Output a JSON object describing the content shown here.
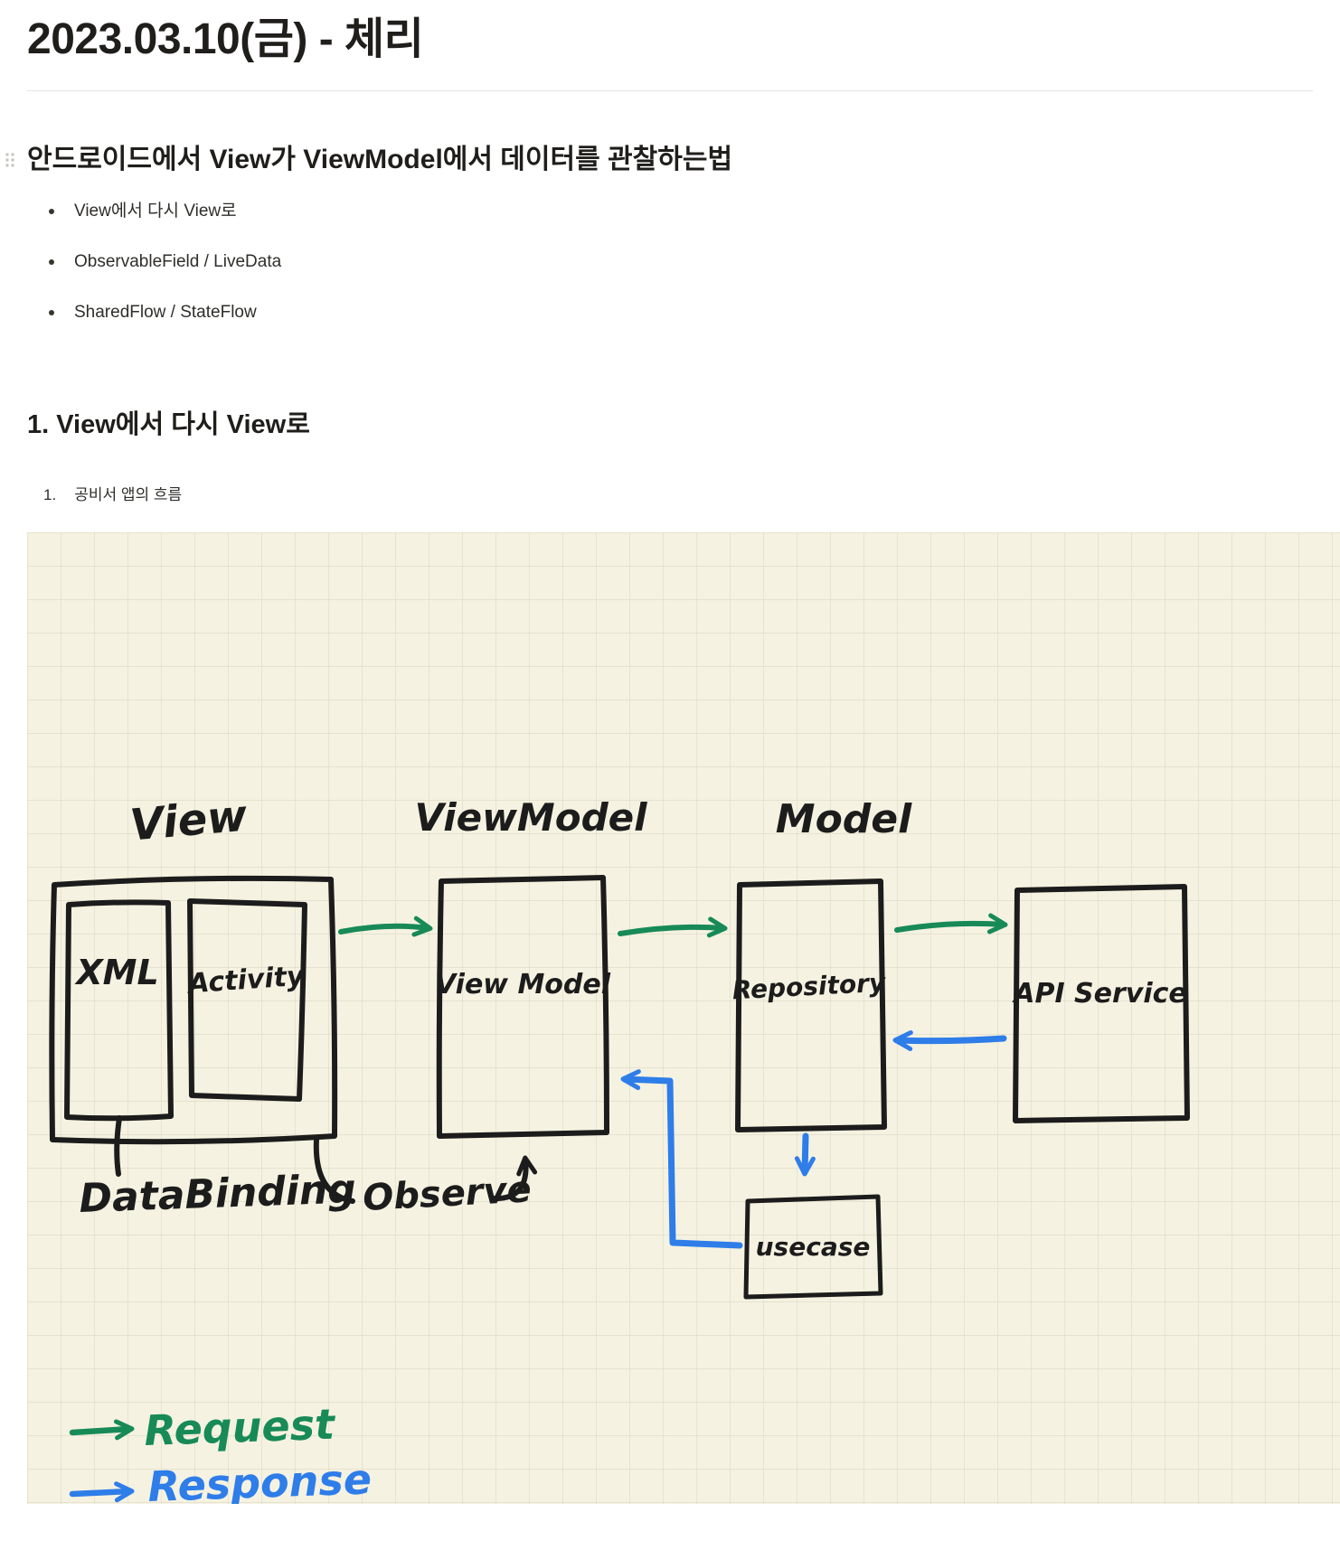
{
  "page": {
    "title": "2023.03.10(금) - 체리"
  },
  "section": {
    "heading": "안드로이드에서 View가 ViewModel에서 데이터를 관찰하는법",
    "bullets": [
      "View에서 다시 View로",
      "ObservableField / LiveData",
      "SharedFlow / StateFlow"
    ]
  },
  "subsection": {
    "heading": "1. View에서 다시 View로",
    "numbered": [
      {
        "number": "1.",
        "text": "공비서 앱의 흐름"
      }
    ]
  },
  "diagram": {
    "labels": {
      "view": "View",
      "viewmodel": "ViewModel",
      "model": "Model",
      "xml": "XML",
      "activity": "Activity",
      "viewmodel_inner": "View Model",
      "repository": "Repository",
      "api_service": "API Service",
      "usecase": "usecase",
      "databinding": "DataBinding",
      "observe": "Observe",
      "legend_request": "Request",
      "legend_response": "Response"
    },
    "colors": {
      "request": "#178a57",
      "response": "#2e7de9",
      "ink": "#1c1c1c",
      "paper": "#f5f2e1",
      "grid": "#dcd9c6"
    }
  }
}
